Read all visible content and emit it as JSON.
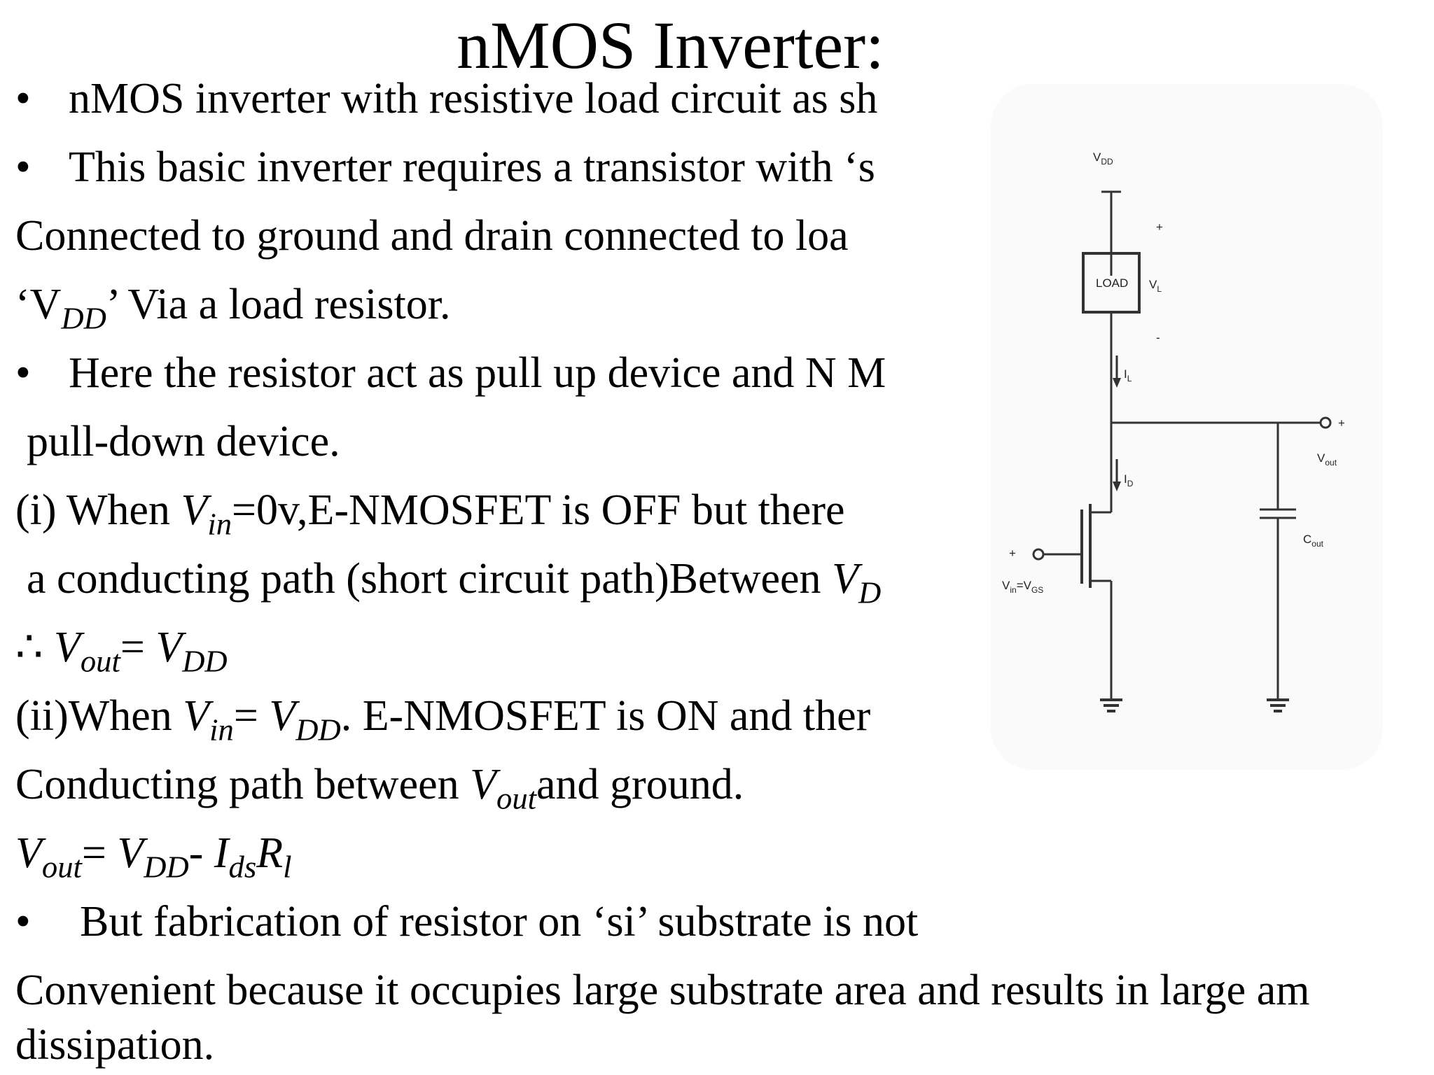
{
  "slide": {
    "title": "nMOS Inverter:",
    "bullet_char": "•",
    "lines": {
      "l1": "nMOS inverter with resistive load circuit as sh",
      "l2": "This basic inverter requires a transistor with ‘s",
      "l3": "Connected to ground  and drain connected  to loa",
      "l4a": "‘V",
      "l4sub": "DD",
      "l4b": "’ Via a load resistor.",
      "l5": "Here the resistor act as pull up device and N M",
      "l6": "pull-down device.",
      "l7a": "(i)   When ",
      "l7v": "V",
      "l7sub": "in",
      "l7b": "=0v,E-NMOSFET is OFF but there",
      "l8a": "a conducting path (short circuit path)Between ",
      "l8v": "V",
      "l8sub": "D",
      "l9a": "∴ ",
      "l9v1": "V",
      "l9sub1": "out",
      "l9eq": "= ",
      "l9v2": "V",
      "l9sub2": "DD",
      "l10a": "(ii)When ",
      "l10v1": "V",
      "l10sub1": "in",
      "l10eq": "= ",
      "l10v2": "V",
      "l10sub2": "DD",
      "l10b": ". E-NMOSFET is ON and ther",
      "l11a": "Conducting path between ",
      "l11v": "V",
      "l11sub": "out",
      "l11b": "and ground.",
      "l12v1": "V",
      "l12sub1": "out",
      "l12eq": "= ",
      "l12v2": "V",
      "l12sub2": "DD",
      "l12minus": "- ",
      "l12v3": "I",
      "l12sub3": "ds",
      "l12v4": "R",
      "l12sub4": "l",
      "l13": "But fabrication of resistor on ‘si’ substrate is not",
      "l14": "Convenient because it occupies large substrate area and results in large am",
      "l15": "dissipation."
    }
  },
  "figure": {
    "labels": {
      "vdd": "V",
      "vdd_sub": "DD",
      "load": "LOAD",
      "vl": "V",
      "vl_sub": "L",
      "plus": "+",
      "minus": "-",
      "il": "I",
      "il_sub": "L",
      "id": "I",
      "id_sub": "D",
      "vout": "V",
      "vout_sub": "out",
      "cout": "C",
      "cout_sub": "out",
      "vin": "V",
      "vin_sub": "in",
      "vin_eq": "=V",
      "vgs_sub": "GS"
    }
  }
}
